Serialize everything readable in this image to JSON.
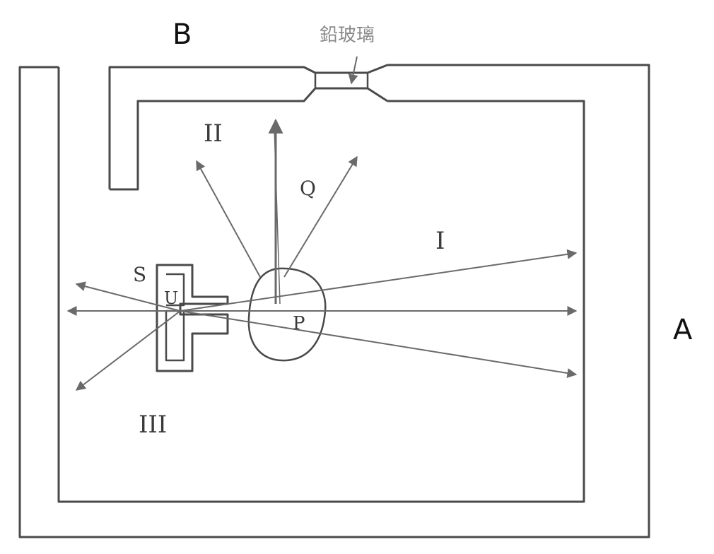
{
  "labels": {
    "B": "B",
    "A": "A",
    "lead_glass": "鉛玻璃",
    "region_I": "I",
    "region_II": "II",
    "region_III": "III",
    "Q": "Q",
    "S": "S",
    "U": "U",
    "P": "P"
  },
  "colors": {
    "wall": "#4a4a4a",
    "ray": "#6a6a6a",
    "label": "#3a3a3a"
  }
}
